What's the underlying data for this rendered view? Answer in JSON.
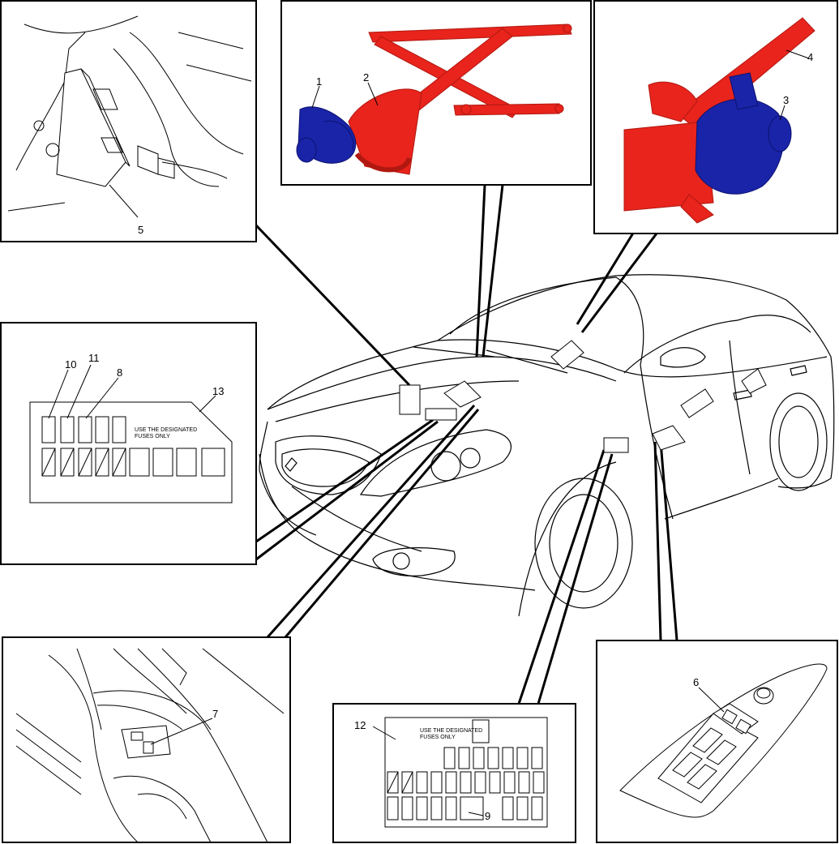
{
  "colors": {
    "regulator": "#e8241c",
    "motor": "#1a24a8",
    "line": "#000000",
    "background": "#ffffff"
  },
  "callouts": {
    "n1": "1",
    "n2": "2",
    "n3": "3",
    "n4": "4",
    "n5": "5",
    "n6": "6",
    "n7": "7",
    "n8": "8",
    "n9": "9",
    "n10": "10",
    "n11": "11",
    "n12": "12",
    "n13": "13"
  },
  "fuse_labels": {
    "main_line1": "USE THE DESIGNATED",
    "main_line2": "FUSES ONLY",
    "lower_line1": "USE THE DESIGNATED",
    "lower_line2": "FUSES ONLY"
  }
}
